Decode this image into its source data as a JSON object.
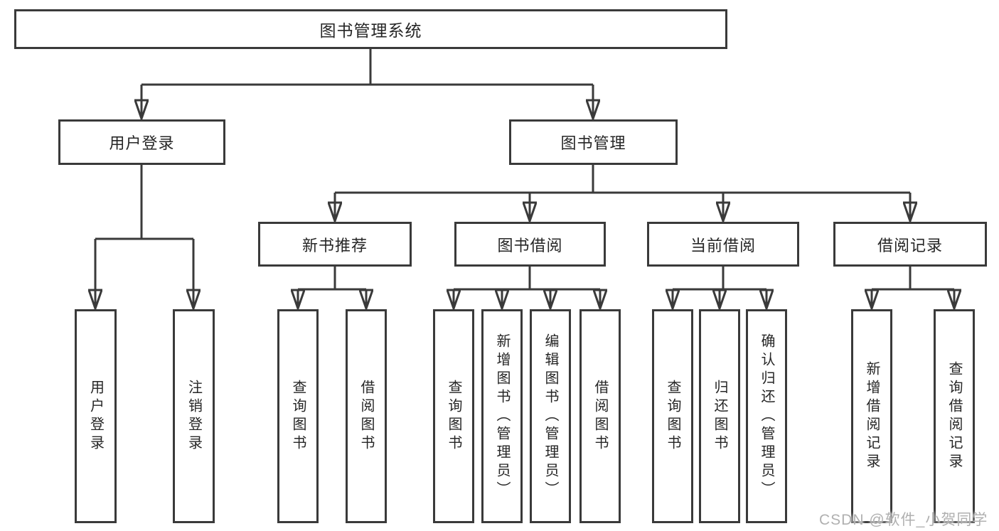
{
  "diagram": {
    "title": "图书管理系统",
    "nodes": {
      "root": {
        "label": "图书管理系统"
      },
      "user_login": {
        "label": "用户登录"
      },
      "book_management": {
        "label": "图书管理"
      },
      "new_book_recommend": {
        "label": "新书推荐"
      },
      "book_borrow": {
        "label": "图书借阅"
      },
      "current_borrow": {
        "label": "当前借阅"
      },
      "borrow_record": {
        "label": "借阅记录"
      },
      "leaf_user_login": {
        "label": "用户登录"
      },
      "leaf_logout": {
        "label": "注销登录"
      },
      "leaf_nb_query": {
        "label": "查询图书"
      },
      "leaf_nb_borrow": {
        "label": "借阅图书"
      },
      "leaf_bb_query": {
        "label": "查询图书"
      },
      "leaf_bb_add": {
        "label": "新增图书（管理员）"
      },
      "leaf_bb_edit": {
        "label": "编辑图书（管理员）"
      },
      "leaf_bb_borrow": {
        "label": "借阅图书"
      },
      "leaf_cb_query": {
        "label": "查询图书"
      },
      "leaf_cb_return": {
        "label": "归还图书"
      },
      "leaf_cb_confirm": {
        "label": "确认归还（管理员）"
      },
      "leaf_br_add": {
        "label": "新增借阅记录"
      },
      "leaf_br_query": {
        "label": "查询借阅记录"
      }
    },
    "colors": {
      "line": "#3a3a3a",
      "box_border": "#3a3a3a",
      "text": "#262626",
      "background": "#ffffff",
      "watermark": "#b0b0b0"
    }
  },
  "watermark": {
    "text": "CSDN @软件_小贺同学"
  }
}
